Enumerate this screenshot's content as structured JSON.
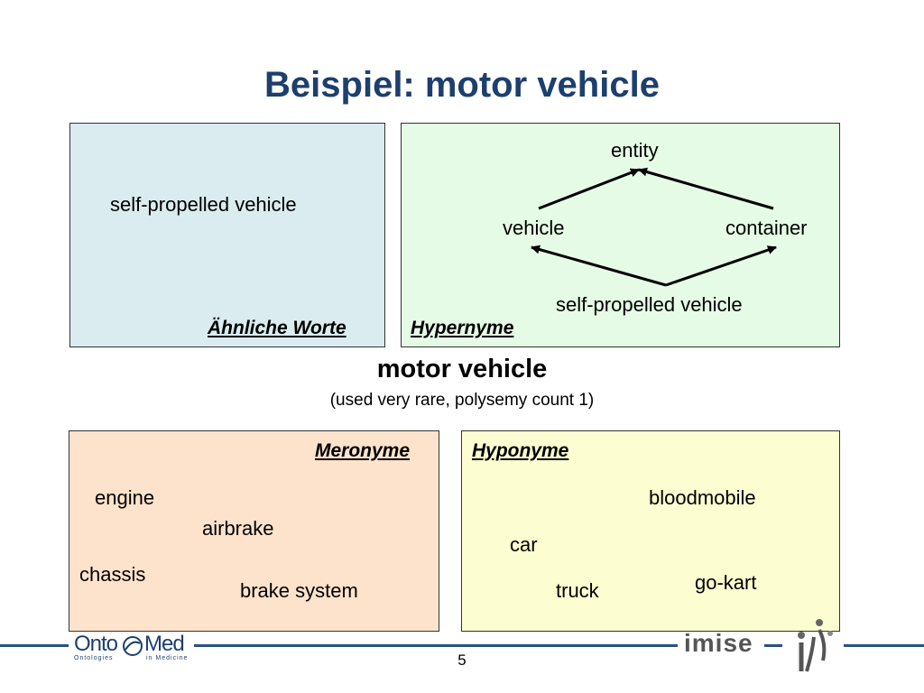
{
  "slide": {
    "title": "Beispiel: motor vehicle",
    "page_number": "5"
  },
  "center": {
    "term": "motor vehicle",
    "note": "(used very rare, polysemy count 1)"
  },
  "similar_words": {
    "label": "Ähnliche Worte",
    "items": [
      "self-propelled vehicle"
    ]
  },
  "hypernyms": {
    "label": "Hypernyme",
    "nodes": {
      "entity": "entity",
      "vehicle": "vehicle",
      "container": "container",
      "self_propelled": "self-propelled vehicle"
    }
  },
  "meronyms": {
    "label": "Meronyme",
    "items": [
      "engine",
      "airbrake",
      "chassis",
      "brake system"
    ]
  },
  "hyponyms": {
    "label": "Hyponyme",
    "items": [
      "bloodmobile",
      "car",
      "go-kart",
      "truck"
    ]
  },
  "footer": {
    "logo_left": {
      "main_a": "Onto",
      "main_b": "Med",
      "sub_a": "Ontologies",
      "sub_b": "in Medicine"
    },
    "logo_right": "imise"
  },
  "colors": {
    "title": "#1d3f6e",
    "similar_bg": "#daecf0",
    "hyper_bg": "#e5fbe5",
    "mero_bg": "#fde3cc",
    "hypo_bg": "#fcfdd0",
    "footer_line": "#2b4f8a"
  }
}
